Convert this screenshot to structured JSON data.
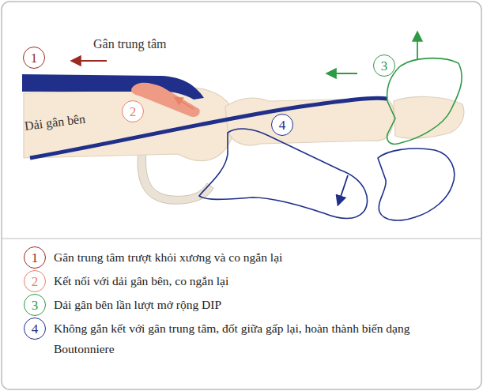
{
  "diagram": {
    "nodes": [
      {
        "text": [
          "1"
        ]
      },
      {
        "text": [
          "2"
        ]
      },
      {
        "text": [
          "3"
        ]
      },
      {
        "text": [
          "4"
        ]
      },
      {
        "text": [
          "1"
        ]
      },
      {
        "text": [
          "2"
        ]
      },
      {
        "text": [
          "3"
        ]
      },
      {
        "text": [
          "4"
        ]
      }
    ],
    "labels": [
      "Gân trung tâm",
      "Dải gân bên"
    ],
    "legend": [
      {
        "text": "Gân trung tâm trượt khỏi xương và co ngắn lại"
      },
      {
        "text": "Kết nối với dải gân bên, co ngắn lại"
      },
      {
        "text": "Dải gân bên lần lượt mở rộng DIP"
      },
      {
        "text": "Không gắn kết với gân trung tâm, đốt giữa gấp lại, hoàn thành biến dạng Boutonniere"
      }
    ]
  }
}
